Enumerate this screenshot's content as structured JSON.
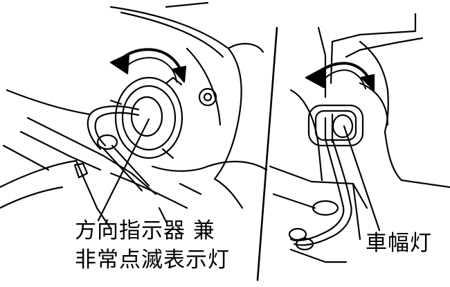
{
  "labels": {
    "turn_signal_line1": "方向指示器 兼",
    "turn_signal_line2": "非常点滅表示灯",
    "side_marker": "車幅灯"
  },
  "colors": {
    "ink": "#000000",
    "paper": "#ffffff"
  },
  "icons": [
    "rotate-counterclockwise-arrow-icon",
    "rotate-counterclockwise-arrow-icon"
  ]
}
